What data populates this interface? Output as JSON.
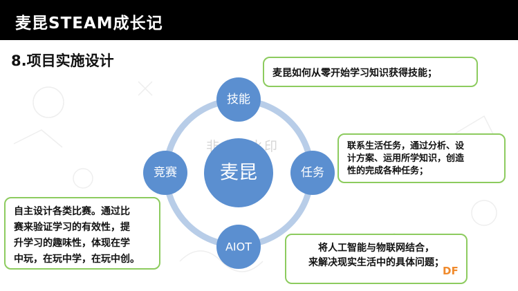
{
  "header": {
    "title": "麦昆STEAM成长记"
  },
  "section": {
    "title": "8.项目实施设计"
  },
  "diagram": {
    "center": "麦昆",
    "nodes": {
      "top": "技能",
      "right": "任务",
      "bottom": "AIOT",
      "left": "竞赛"
    }
  },
  "callouts": {
    "skills": "麦昆如何从零开始学习知识获得技能；",
    "task": [
      "联系生活任务，通过分析、设",
      "计方案、运用所学知识，创造",
      "性的完成各种任务；"
    ],
    "competition": [
      "自主设计各类比赛。通过比",
      "赛来验证学习的有效性，提",
      "升学习的趣味性，体现在学",
      "中玩，在玩中学，在玩中创。"
    ],
    "aiot": [
      "将人工智能与物联网结合，",
      "来解决现实生活中的具体问题；"
    ]
  },
  "watermark": "非会员水印",
  "brand_mark": "DF",
  "colors": {
    "header_bg": "#000000",
    "node_fill": "#5b8fd0",
    "ring_stroke": "#b8cde8",
    "callout_border": "#8ccb5e"
  }
}
